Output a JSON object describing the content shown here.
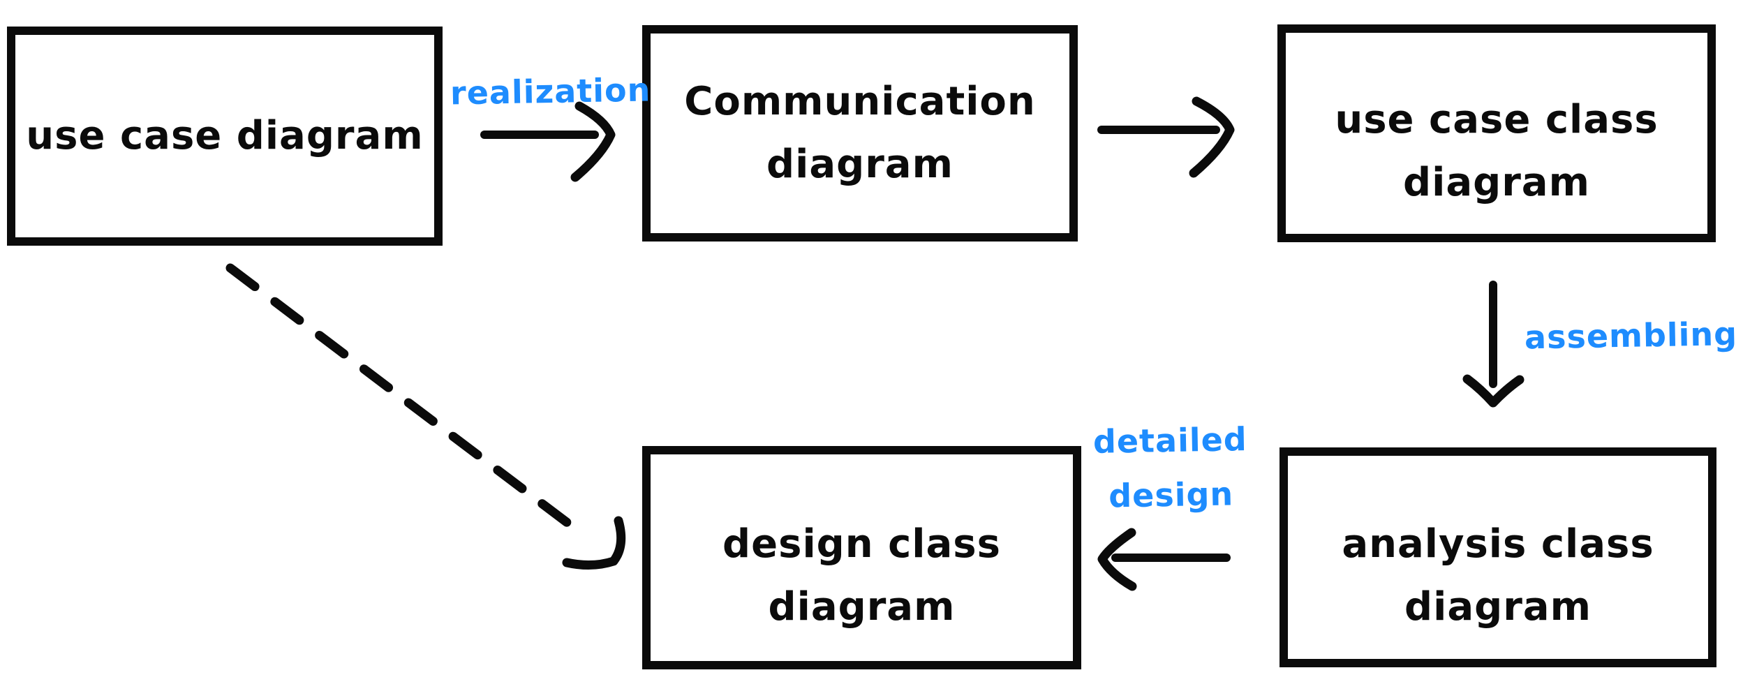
{
  "canvas": {
    "background": "#ffffff",
    "ink": "#0b0b0b",
    "accent": "#1e8cfe"
  },
  "nodes": [
    {
      "id": "use-case-diagram",
      "lines": [
        "use case diagram"
      ]
    },
    {
      "id": "communication-diagram",
      "lines": [
        "Communication",
        "diagram"
      ]
    },
    {
      "id": "use-case-class-diagram",
      "lines": [
        "use case class",
        "diagram"
      ]
    },
    {
      "id": "analysis-class-diagram",
      "lines": [
        "analysis class",
        "diagram"
      ]
    },
    {
      "id": "design-class-diagram",
      "lines": [
        "design class",
        "diagram"
      ]
    }
  ],
  "edges": [
    {
      "id": "realization",
      "from": "use-case-diagram",
      "to": "communication-diagram",
      "label": "realization",
      "style": "solid",
      "direction": "right"
    },
    {
      "id": "to-class-diagram",
      "from": "communication-diagram",
      "to": "use-case-class-diagram",
      "label": "",
      "style": "solid",
      "direction": "right"
    },
    {
      "id": "assembling",
      "from": "use-case-class-diagram",
      "to": "analysis-class-diagram",
      "label": "assembling",
      "style": "solid",
      "direction": "down"
    },
    {
      "id": "detailed-design",
      "from": "analysis-class-diagram",
      "to": "design-class-diagram",
      "label_lines": [
        "detailed",
        "design"
      ],
      "style": "solid",
      "direction": "left"
    },
    {
      "id": "derive-design",
      "from": "use-case-diagram",
      "to": "design-class-diagram",
      "label": "",
      "style": "dashed",
      "direction": "down-right"
    }
  ]
}
